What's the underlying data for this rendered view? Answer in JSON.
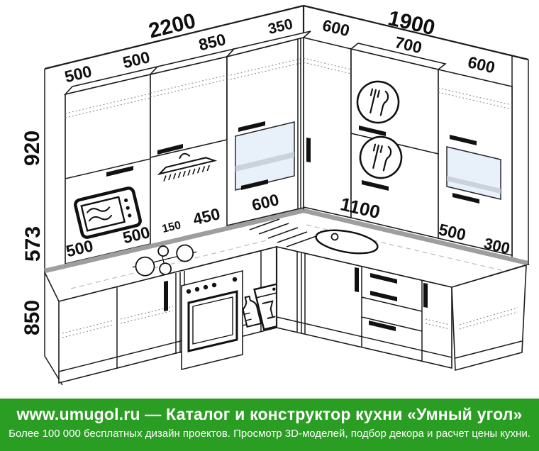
{
  "footer": {
    "line1": "www.umugol.ru — Каталог и конструктор кухни «Умный угол»",
    "line2": "Более 100 000 бесплатных дизайн проектов. Просмотр 3D-моделей, подбор декора и расчет цены кухни.",
    "bg": "#2a9d23",
    "text_color": "#ffffff"
  },
  "dims": {
    "total_left": "2200",
    "total_right": "1900",
    "upper_left": [
      "500",
      "500",
      "850"
    ],
    "corner_upper": "350",
    "upper_right": [
      "600",
      "700",
      "600"
    ],
    "heights": {
      "wall": "920",
      "apron": "573",
      "base": "850"
    },
    "base_left": [
      "500",
      "500",
      "150",
      "450",
      "600"
    ],
    "base_right": [
      "1100",
      "500",
      "300"
    ]
  },
  "icons": [
    "microwave-icon",
    "hood-icon",
    "dish-dryer-plate-icon",
    "glass-door",
    "gas-hob-icon",
    "oven-cooker-icon",
    "bottle-holder-icon",
    "dishwasher-icon",
    "sink",
    "faucet-hole"
  ],
  "colors": {
    "line": "#1c1c1c",
    "counter_edge": "#9e9e9e",
    "glass_fill": "#e8f1f9",
    "footer_green": "#2a9d23"
  }
}
